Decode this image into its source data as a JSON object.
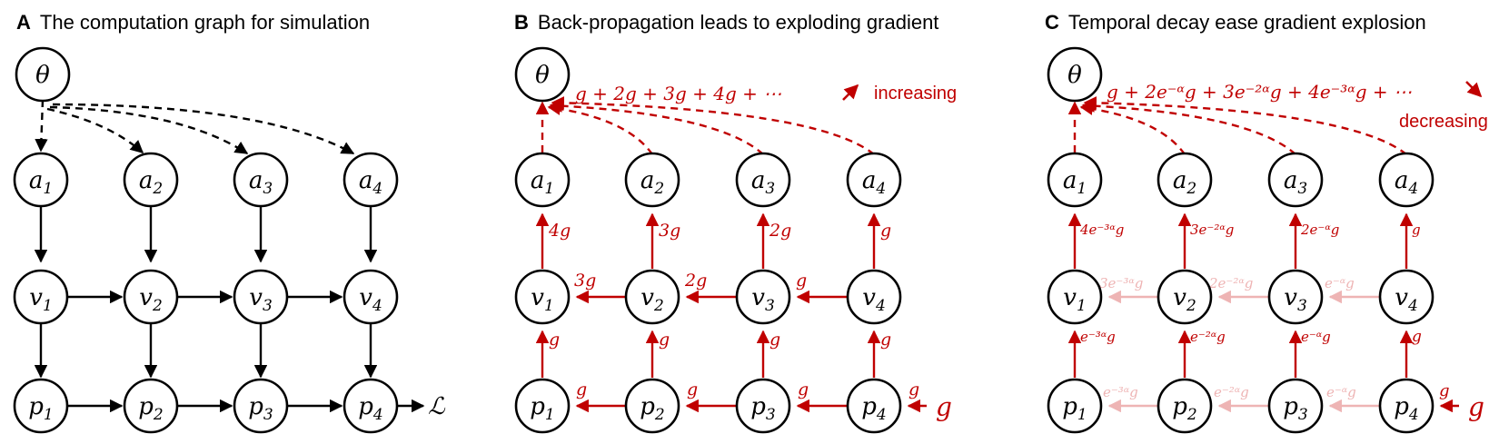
{
  "colors": {
    "forward": "#000000",
    "gradient": "#c00000",
    "faded": "#eeb4b4"
  },
  "panels": [
    {
      "letter": "A",
      "title": "The computation graph for simulation",
      "theta": "θ",
      "a": [
        "a1",
        "a2",
        "a3",
        "a4"
      ],
      "v": [
        "v1",
        "v2",
        "v3",
        "v4"
      ],
      "p": [
        "p1",
        "p2",
        "p3",
        "p4"
      ],
      "loss": "ℒ"
    },
    {
      "letter": "B",
      "title": "Back-propagation leads to exploding gradient",
      "theta": "θ",
      "a": [
        "a1",
        "a2",
        "a3",
        "a4"
      ],
      "v": [
        "v1",
        "v2",
        "v3",
        "v4"
      ],
      "p": [
        "p1",
        "p2",
        "p3",
        "p4"
      ],
      "sum": "g + 2g + 3g + 4g + ⋯",
      "trend": "increasing",
      "a_grad": [
        "4g",
        "3g",
        "2g",
        "g"
      ],
      "v_grad": [
        "3g",
        "2g",
        "g"
      ],
      "vp_grad": [
        "g",
        "g",
        "g",
        "g"
      ],
      "p_grad": [
        "g",
        "g",
        "g",
        "g"
      ],
      "input_grad": "g"
    },
    {
      "letter": "C",
      "title": "Temporal decay ease gradient explosion",
      "theta": "θ",
      "a": [
        "a1",
        "a2",
        "a3",
        "a4"
      ],
      "v": [
        "v1",
        "v2",
        "v3",
        "v4"
      ],
      "p": [
        "p1",
        "p2",
        "p3",
        "p4"
      ],
      "sum": "g + 2e⁻ᵅg + 3e⁻²ᵅg + 4e⁻³ᵅg + ⋯",
      "trend": "decreasing",
      "a_grad": [
        "4e⁻³ᵅg",
        "3e⁻²ᵅg",
        "2e⁻ᵅg",
        "g"
      ],
      "v_grad": [
        "3e⁻³ᵅg",
        "2e⁻²ᵅg",
        "e⁻ᵅg"
      ],
      "vp_grad": [
        "e⁻³ᵅg",
        "e⁻²ᵅg",
        "e⁻ᵅg",
        "g"
      ],
      "p_grad": [
        "e⁻³ᵅg",
        "e⁻²ᵅg",
        "e⁻ᵅg",
        "g"
      ],
      "input_grad": "g"
    }
  ]
}
